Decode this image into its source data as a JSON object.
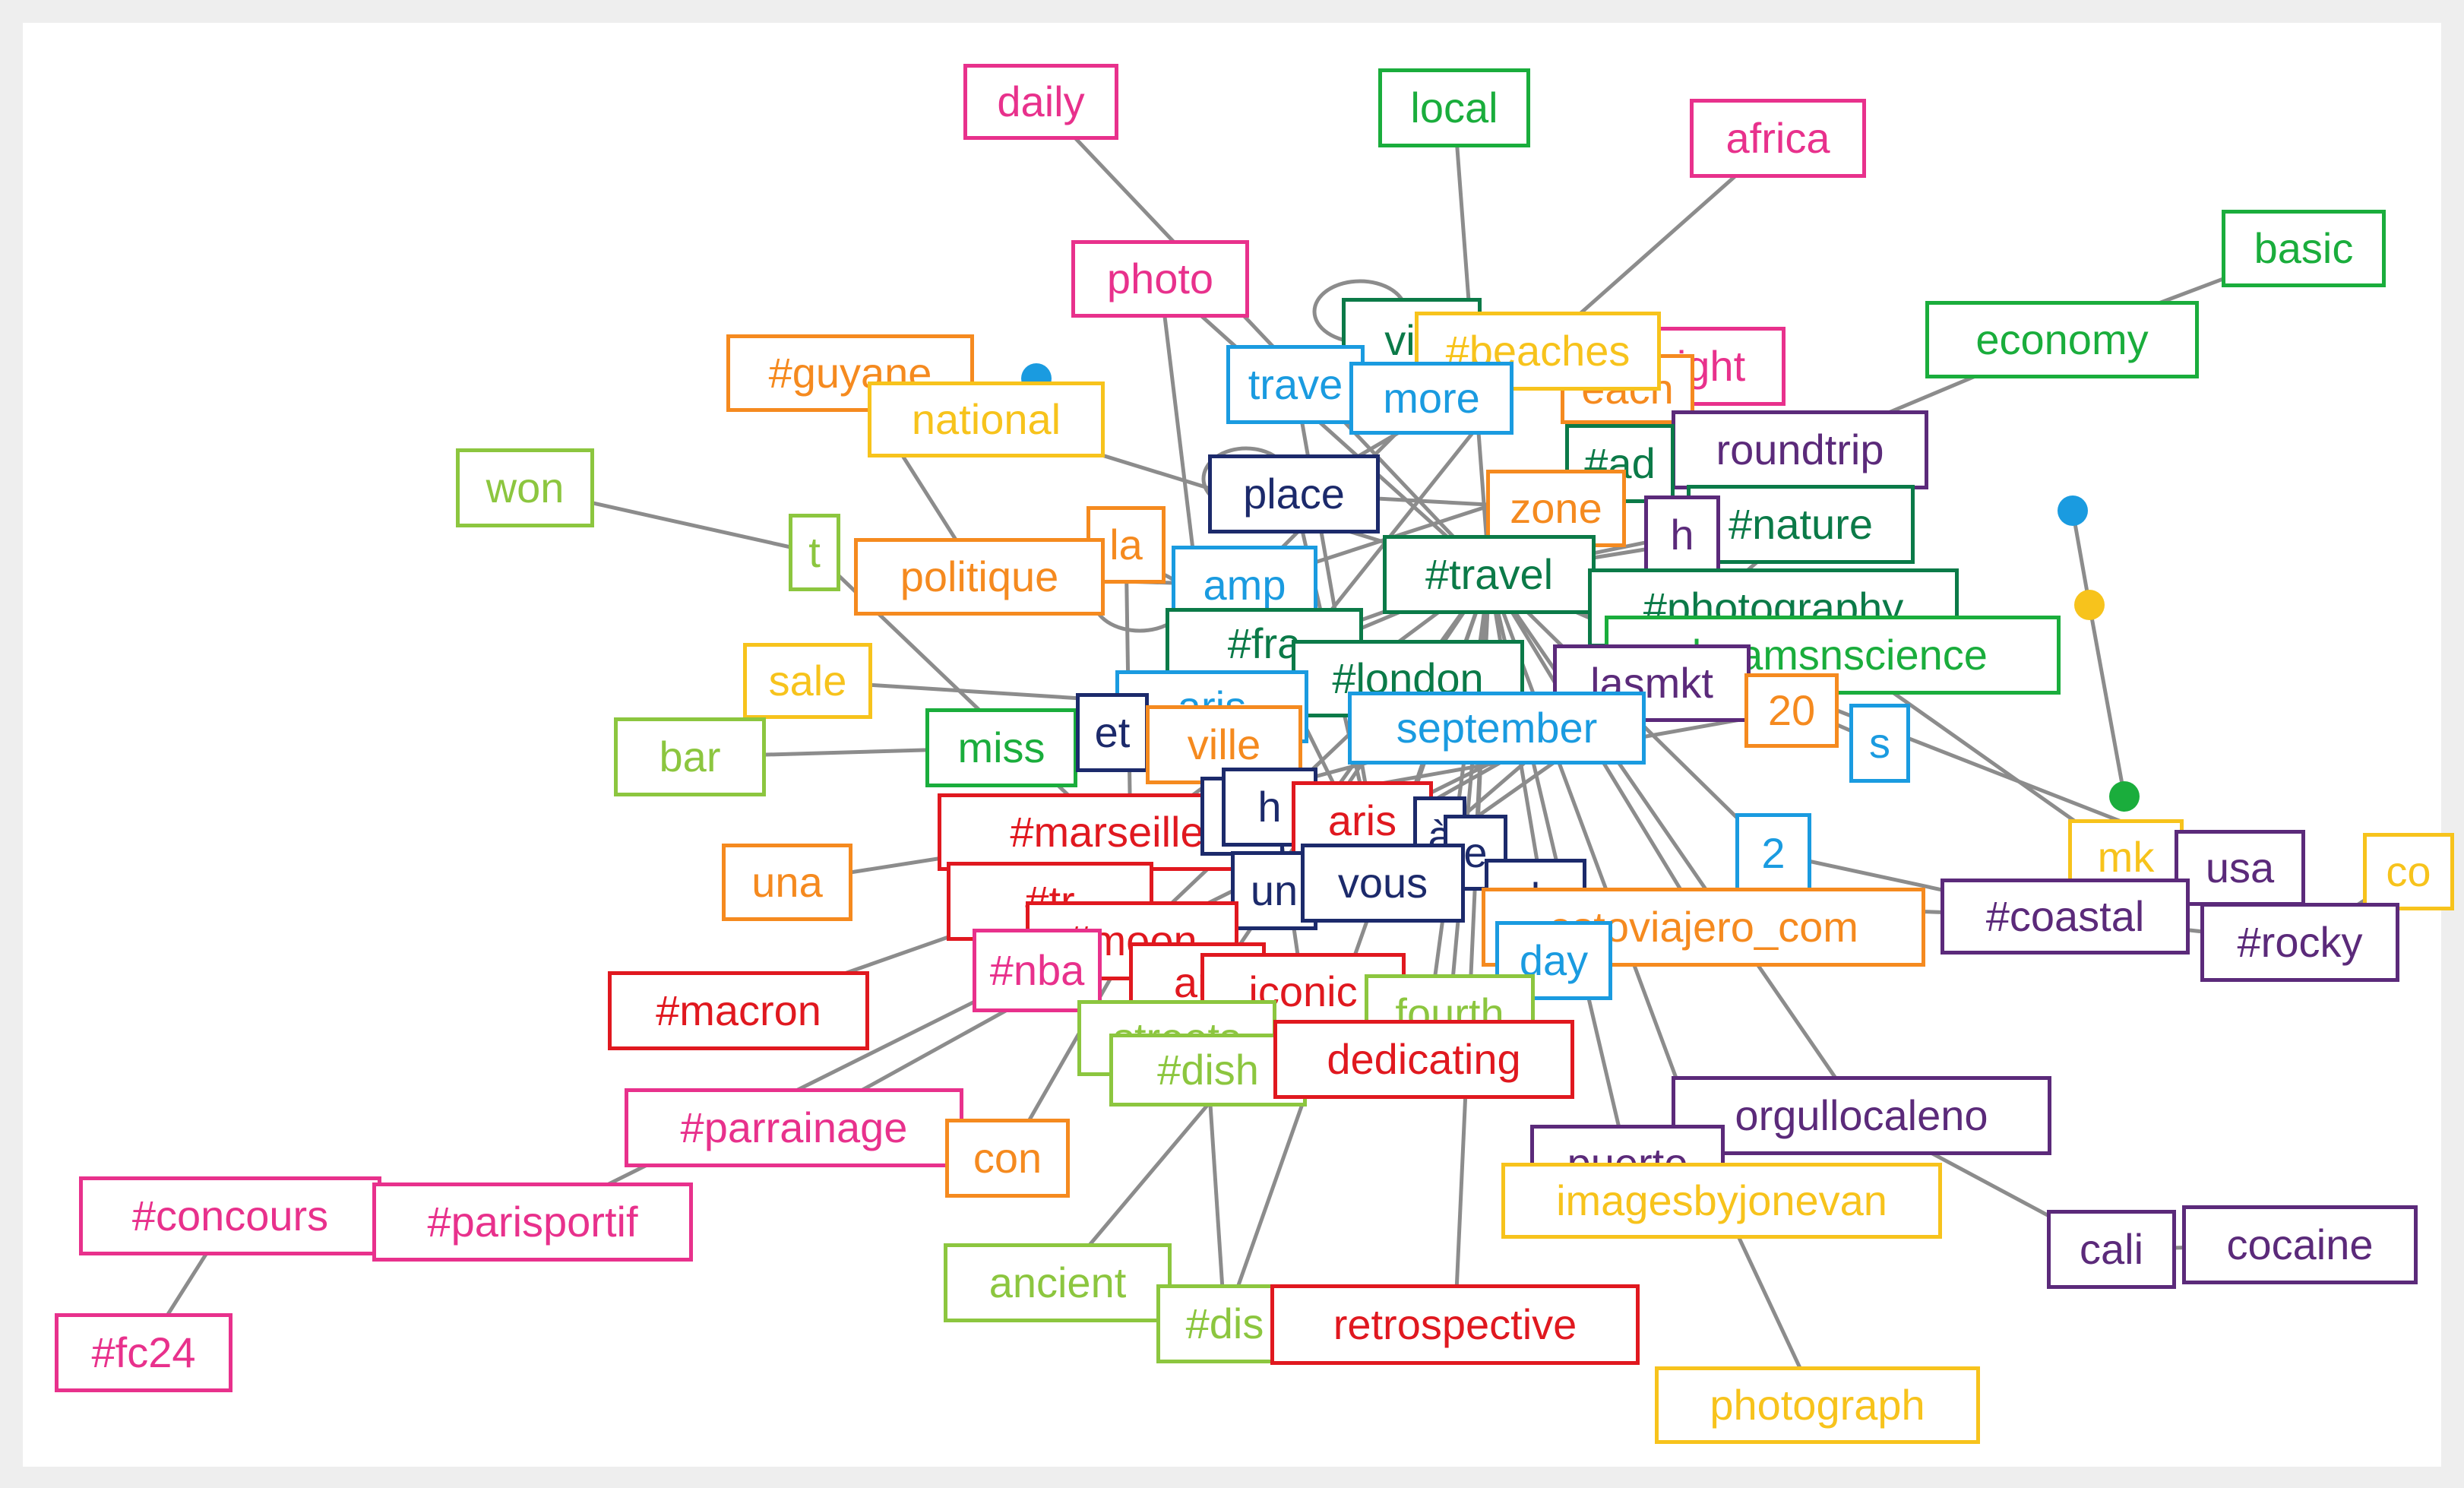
{
  "colors": {
    "pink": "#e8318c",
    "green": "#1aad3c",
    "darkgreen": "#0b7a48",
    "orange": "#f58a1f",
    "yellow": "#f7c31c",
    "lightgreen": "#8cc63f",
    "navy": "#1c2a6b",
    "lightblue": "#1a9be0",
    "red": "#e0181f",
    "purple": "#5b2a7a",
    "edge": "#8c8c8c"
  },
  "nodes": [
    {
      "id": "daily",
      "label": "daily",
      "color": "pink"
    },
    {
      "id": "local",
      "label": "local",
      "color": "green"
    },
    {
      "id": "africa",
      "label": "africa",
      "color": "pink"
    },
    {
      "id": "basic",
      "label": "basic",
      "color": "green"
    },
    {
      "id": "photo",
      "label": "photo",
      "color": "pink"
    },
    {
      "id": "economy",
      "label": "economy",
      "color": "green"
    },
    {
      "id": "guyane",
      "label": "#guyane",
      "color": "orange"
    },
    {
      "id": "national",
      "label": "national",
      "color": "yellow"
    },
    {
      "id": "viajes",
      "label": "via",
      "color": "darkgreen"
    },
    {
      "id": "night",
      "label": "ight",
      "color": "pink"
    },
    {
      "id": "travel_lb",
      "label": "trave",
      "color": "lightblue"
    },
    {
      "id": "beach",
      "label": "each",
      "color": "orange"
    },
    {
      "id": "beaches",
      "label": "#beaches",
      "color": "yellow"
    },
    {
      "id": "more",
      "label": "more",
      "color": "lightblue"
    },
    {
      "id": "roundtrip",
      "label": "roundtrip",
      "color": "purple"
    },
    {
      "id": "won",
      "label": "won",
      "color": "lightgreen"
    },
    {
      "id": "place",
      "label": "place",
      "color": "navy"
    },
    {
      "id": "adv",
      "label": "#ad",
      "color": "darkgreen"
    },
    {
      "id": "zone",
      "label": "zone",
      "color": "orange"
    },
    {
      "id": "nature",
      "label": "#nature",
      "color": "darkgreen"
    },
    {
      "id": "hh",
      "label": "h",
      "color": "purple"
    },
    {
      "id": "t",
      "label": "t",
      "color": "lightgreen"
    },
    {
      "id": "la",
      "label": "la",
      "color": "orange"
    },
    {
      "id": "politique",
      "label": "politique",
      "color": "orange"
    },
    {
      "id": "amp",
      "label": "amp",
      "color": "lightblue"
    },
    {
      "id": "travel",
      "label": "#travel",
      "color": "darkgreen"
    },
    {
      "id": "photography",
      "label": "#photography",
      "color": "darkgreen"
    },
    {
      "id": "france",
      "label": "#fra",
      "color": "darkgreen"
    },
    {
      "id": "dreamsnscience",
      "label": "dreamsnscience",
      "color": "green"
    },
    {
      "id": "sale",
      "label": "sale",
      "color": "yellow"
    },
    {
      "id": "london",
      "label": "#london",
      "color": "darkgreen"
    },
    {
      "id": "lasmkt",
      "label": "lasmkt",
      "color": "purple"
    },
    {
      "id": "paris_lb",
      "label": "aris",
      "color": "lightblue"
    },
    {
      "id": "n20",
      "label": "20",
      "color": "orange"
    },
    {
      "id": "september",
      "label": "september",
      "color": "lightblue"
    },
    {
      "id": "s",
      "label": "s",
      "color": "lightblue"
    },
    {
      "id": "bar",
      "label": "bar",
      "color": "lightgreen"
    },
    {
      "id": "miss",
      "label": "miss",
      "color": "green"
    },
    {
      "id": "et",
      "label": "et",
      "color": "navy"
    },
    {
      "id": "ville",
      "label": "ville",
      "color": "orange"
    },
    {
      "id": "marseille",
      "label": "#marseille",
      "color": "red"
    },
    {
      "id": "par",
      "label": "r",
      "color": "navy"
    },
    {
      "id": "h2",
      "label": "h",
      "color": "navy"
    },
    {
      "id": "paris_red",
      "label": "aris",
      "color": "red"
    },
    {
      "id": "a_grave",
      "label": "à",
      "color": "navy"
    },
    {
      "id": "de",
      "label": "e",
      "color": "navy"
    },
    {
      "id": "n2",
      "label": "2",
      "color": "lightblue"
    },
    {
      "id": "mk",
      "label": "mk",
      "color": "yellow"
    },
    {
      "id": "usa",
      "label": "usa",
      "color": "purple"
    },
    {
      "id": "co",
      "label": "co",
      "color": "yellow"
    },
    {
      "id": "una",
      "label": "una",
      "color": "orange"
    },
    {
      "id": "trump",
      "label": "#tr",
      "color": "red"
    },
    {
      "id": "un",
      "label": "un",
      "color": "navy"
    },
    {
      "id": "vous",
      "label": "vous",
      "color": "navy"
    },
    {
      "id": "le",
      "label": "l",
      "color": "navy"
    },
    {
      "id": "estoviajero",
      "label": "estoviajero_com",
      "color": "orange"
    },
    {
      "id": "coastal",
      "label": "#coastal",
      "color": "purple"
    },
    {
      "id": "rocky",
      "label": "#rocky",
      "color": "purple"
    },
    {
      "id": "moon",
      "label": "#moon",
      "color": "red"
    },
    {
      "id": "nba",
      "label": "#nba",
      "color": "pink"
    },
    {
      "id": "an",
      "label": "an",
      "color": "red"
    },
    {
      "id": "iconic",
      "label": "iconic",
      "color": "red"
    },
    {
      "id": "day",
      "label": "day",
      "color": "lightblue"
    },
    {
      "id": "fourth",
      "label": "fourth",
      "color": "lightgreen"
    },
    {
      "id": "macron",
      "label": "#macron",
      "color": "red"
    },
    {
      "id": "streets",
      "label": "streets",
      "color": "lightgreen"
    },
    {
      "id": "dishes",
      "label": "#dish",
      "color": "lightgreen"
    },
    {
      "id": "dedicating",
      "label": "dedicating",
      "color": "red"
    },
    {
      "id": "orgullocaleno",
      "label": "orgullocaleno",
      "color": "purple"
    },
    {
      "id": "parrainage",
      "label": "#parrainage",
      "color": "pink"
    },
    {
      "id": "con",
      "label": "con",
      "color": "orange"
    },
    {
      "id": "puerto",
      "label": "puerto",
      "color": "purple"
    },
    {
      "id": "imagesbyjonevan",
      "label": "imagesbyjonevan",
      "color": "yellow"
    },
    {
      "id": "concours",
      "label": "#concours",
      "color": "pink"
    },
    {
      "id": "parisportif",
      "label": "#parisportif",
      "color": "pink"
    },
    {
      "id": "cali",
      "label": "cali",
      "color": "purple"
    },
    {
      "id": "cocaine",
      "label": "cocaine",
      "color": "purple"
    },
    {
      "id": "ancient",
      "label": "ancient",
      "color": "lightgreen"
    },
    {
      "id": "disney",
      "label": "#dis",
      "color": "lightgreen"
    },
    {
      "id": "retrospective",
      "label": "retrospective",
      "color": "red"
    },
    {
      "id": "fc24",
      "label": "#fc24",
      "color": "pink"
    },
    {
      "id": "photograph",
      "label": "photograph",
      "color": "yellow"
    }
  ],
  "dots": [
    {
      "id": "dot-blue-1",
      "color": "lightblue"
    },
    {
      "id": "dot-blue-2",
      "color": "lightblue"
    },
    {
      "id": "dot-yellow",
      "color": "yellow"
    },
    {
      "id": "dot-green",
      "color": "green"
    }
  ],
  "edges": [
    [
      "daily",
      "travel"
    ],
    [
      "local",
      "travel"
    ],
    [
      "africa",
      "beaches"
    ],
    [
      "basic",
      "economy"
    ],
    [
      "economy",
      "roundtrip"
    ],
    [
      "photo",
      "travel"
    ],
    [
      "photo",
      "paris_lb"
    ],
    [
      "guyane",
      "politique"
    ],
    [
      "national",
      "travel"
    ],
    [
      "won",
      "t"
    ],
    [
      "t",
      "marseille"
    ],
    [
      "la",
      "moon"
    ],
    [
      "politique",
      "amp"
    ],
    [
      "sale",
      "paris_lb"
    ],
    [
      "bar",
      "miss"
    ],
    [
      "miss",
      "travel"
    ],
    [
      "una",
      "marseille"
    ],
    [
      "macron",
      "trump"
    ],
    [
      "parrainage",
      "moon"
    ],
    [
      "concours",
      "parisportif"
    ],
    [
      "concours",
      "fc24"
    ],
    [
      "parisportif",
      "nba"
    ],
    [
      "con",
      "moon"
    ],
    [
      "ancient",
      "iconic"
    ],
    [
      "disney",
      "dishes"
    ],
    [
      "disney",
      "travel"
    ],
    [
      "retrospective",
      "travel"
    ],
    [
      "photograph",
      "imagesbyjonevan"
    ],
    [
      "imagesbyjonevan",
      "travel"
    ],
    [
      "cali",
      "cocaine"
    ],
    [
      "cali",
      "orgullocaleno"
    ],
    [
      "orgullocaleno",
      "travel"
    ],
    [
      "puerto",
      "travel"
    ],
    [
      "coastal",
      "rocky"
    ],
    [
      "coastal",
      "n2"
    ],
    [
      "rocky",
      "co"
    ],
    [
      "usa",
      "travel"
    ],
    [
      "mk",
      "photography"
    ],
    [
      "s",
      "travel"
    ],
    [
      "n2",
      "travel"
    ],
    [
      "n20",
      "marseille"
    ],
    [
      "estoviajero",
      "travel"
    ],
    [
      "dreamsnscience",
      "travel"
    ],
    [
      "september",
      "marseille"
    ],
    [
      "london",
      "moon"
    ],
    [
      "zone",
      "place"
    ],
    [
      "more",
      "amp"
    ],
    [
      "beaches",
      "place"
    ],
    [
      "travel_lb",
      "vous"
    ],
    [
      "nature",
      "travel"
    ],
    [
      "adv",
      "amp"
    ],
    [
      "hh",
      "travel"
    ],
    [
      "place",
      "vous"
    ],
    [
      "amp",
      "iconic"
    ],
    [
      "france",
      "vous"
    ],
    [
      "et",
      "travel"
    ],
    [
      "ville",
      "beaches"
    ],
    [
      "photography",
      "vous"
    ],
    [
      "lasmkt",
      "moon"
    ],
    [
      "fourth",
      "travel"
    ],
    [
      "streets",
      "travel"
    ],
    [
      "dedicating",
      "travel"
    ],
    [
      "day",
      "travel"
    ],
    [
      "an",
      "travel"
    ],
    [
      "trump",
      "travel"
    ],
    [
      "de",
      "travel"
    ],
    [
      "a_grave",
      "nature"
    ],
    [
      "un",
      "photography"
    ],
    [
      "le",
      "coastal"
    ],
    [
      "vous",
      "travel"
    ]
  ],
  "dot_edges": [
    [
      "dot-blue-2",
      "dot-yellow"
    ],
    [
      "dot-yellow",
      "dot-green"
    ]
  ]
}
